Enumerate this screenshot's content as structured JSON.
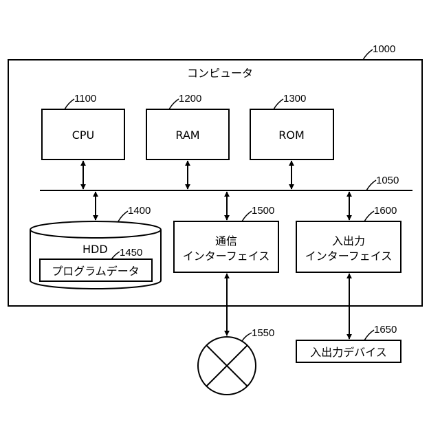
{
  "computer": {
    "ref": "1000",
    "label": "コンピュータ"
  },
  "bus": {
    "ref": "1050"
  },
  "cpu": {
    "ref": "1100",
    "label": "CPU"
  },
  "ram": {
    "ref": "1200",
    "label": "RAM"
  },
  "rom": {
    "ref": "1300",
    "label": "ROM"
  },
  "hdd": {
    "ref": "1400",
    "label": "HDD"
  },
  "program_data": {
    "ref": "1450",
    "label": "プログラムデータ"
  },
  "comm_if": {
    "ref": "1500",
    "line1": "通信",
    "line2": "インターフェイス"
  },
  "network": {
    "ref": "1550"
  },
  "io_if": {
    "ref": "1600",
    "line1": "入出力",
    "line2": "インターフェイス"
  },
  "io_device": {
    "ref": "1650",
    "label": "入出力デバイス"
  }
}
